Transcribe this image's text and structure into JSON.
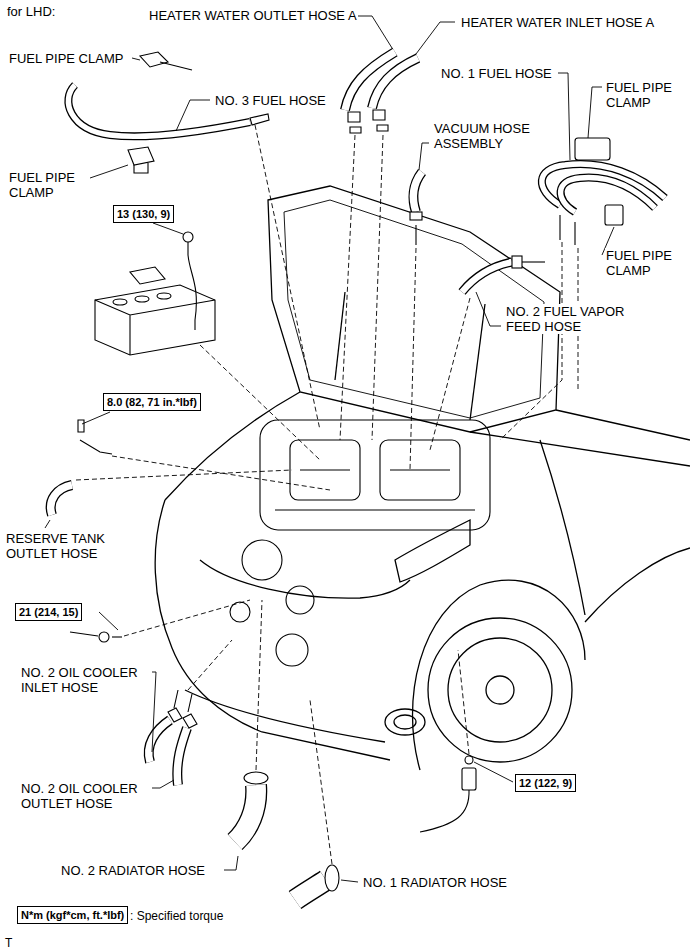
{
  "diagram": {
    "title": "for LHD:",
    "nodes": [
      {
        "text": [
          "13 (130, 9)"
        ]
      },
      {
        "text": [
          "8.0 (82, 71 in.*lbf)"
        ]
      },
      {
        "text": [
          "21 (214, 15)"
        ]
      },
      {
        "text": [
          "12 (122, 9)"
        ]
      },
      {
        "text": [
          "N*m (kgf*cm, ft.*lbf)"
        ]
      }
    ],
    "labels": [
      "HEATER WATER OUTLET HOSE A",
      "HEATER WATER INLET HOSE A",
      "FUEL PIPE CLAMP",
      "NO. 3 FUEL HOSE",
      "FUEL PIPE CLAMP",
      "NO. 1 FUEL HOSE",
      "FUEL PIPE CLAMP",
      "VACUUM HOSE ASSEMBLY",
      "FUEL PIPE CLAMP",
      "NO. 2 FUEL VAPOR FEED HOSE",
      "RESERVE TANK OUTLET HOSE",
      "NO. 2 OIL COOLER INLET HOSE",
      "NO. 2 OIL COOLER OUTLET HOSE",
      "NO. 2 RADIATOR HOSE",
      "NO. 1 RADIATOR HOSE",
      ": Specified torque",
      "T"
    ]
  }
}
